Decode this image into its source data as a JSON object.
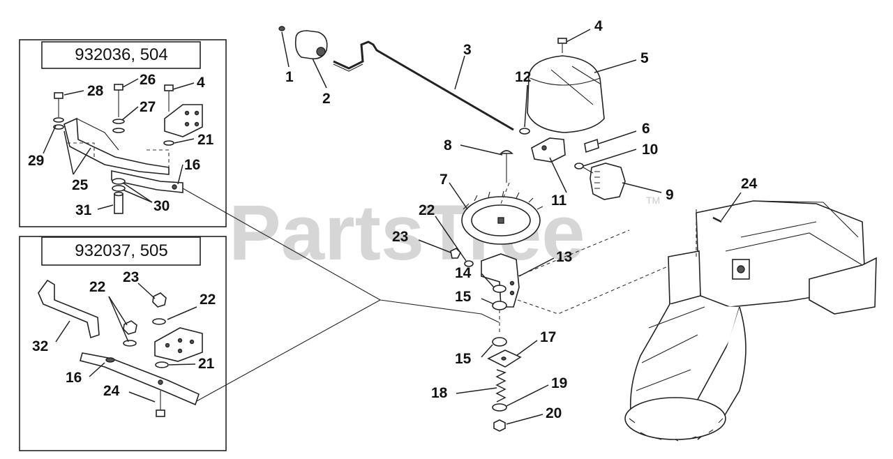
{
  "watermark": {
    "text": "PartsTree",
    "tm": "TM"
  },
  "insets": {
    "top": {
      "title": "932036, 504"
    },
    "bottom": {
      "title": "932037, 505"
    }
  },
  "callouts": {
    "c1": "1",
    "c2": "2",
    "c3": "3",
    "c4": "4",
    "c5": "5",
    "c6": "6",
    "c7": "7",
    "c8": "8",
    "c9": "9",
    "c10": "10",
    "c11": "11",
    "c12": "12",
    "c13": "13",
    "c14": "14",
    "c15a": "15",
    "c15b": "15",
    "c17": "17",
    "c18": "18",
    "c19": "19",
    "c20": "20",
    "c22": "22",
    "c23": "23",
    "c24": "24",
    "t28": "28",
    "t26": "26",
    "t4": "4",
    "t27": "27",
    "t21": "21",
    "t29": "29",
    "t16": "16",
    "t25": "25",
    "t30": "30",
    "t31": "31",
    "b23": "23",
    "b22a": "22",
    "b22b": "22",
    "b32": "32",
    "b21": "21",
    "b16": "16",
    "b24": "24"
  }
}
